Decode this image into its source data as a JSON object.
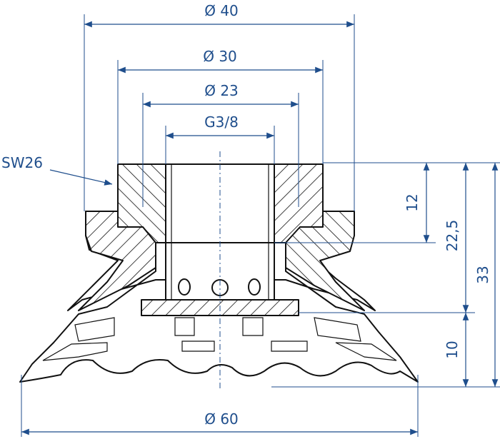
{
  "dimensions": {
    "d40": "Ø 40",
    "d30": "Ø 30",
    "d23": "Ø 23",
    "thread": "G3/8",
    "sw": "SW26",
    "h12": "12",
    "h22": "22,5",
    "h33": "33",
    "h10": "10",
    "d60": "Ø 60"
  },
  "colors": {
    "dimension": "#1f4e8c",
    "outline": "#111111",
    "background": "#ffffff"
  }
}
